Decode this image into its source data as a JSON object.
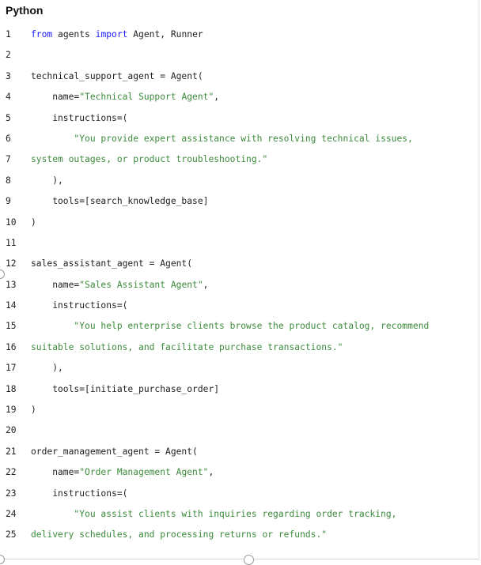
{
  "code_block": {
    "language": "Python",
    "lines": [
      {
        "number": "1",
        "segments": [
          {
            "type": "kw",
            "text": "from"
          },
          {
            "type": "plain",
            "text": " agents "
          },
          {
            "type": "kw",
            "text": "import"
          },
          {
            "type": "plain",
            "text": " Agent, Runner"
          }
        ]
      },
      {
        "number": "2",
        "segments": []
      },
      {
        "number": "3",
        "segments": [
          {
            "type": "plain",
            "text": "technical_support_agent = Agent("
          }
        ]
      },
      {
        "number": "4",
        "segments": [
          {
            "type": "plain",
            "text": "    name="
          },
          {
            "type": "str",
            "text": "\"Technical Support Agent\""
          },
          {
            "type": "plain",
            "text": ","
          }
        ]
      },
      {
        "number": "5",
        "segments": [
          {
            "type": "plain",
            "text": "    instructions=("
          }
        ]
      },
      {
        "number": "6",
        "segments": [
          {
            "type": "str",
            "text": "        \"You provide expert assistance with resolving technical issues,"
          }
        ]
      },
      {
        "number": "7",
        "segments": [
          {
            "type": "str",
            "text": "system outages, or product troubleshooting.\""
          }
        ]
      },
      {
        "number": "8",
        "segments": [
          {
            "type": "plain",
            "text": "    ),"
          }
        ]
      },
      {
        "number": "9",
        "segments": [
          {
            "type": "plain",
            "text": "    tools=[search_knowledge_base]"
          }
        ]
      },
      {
        "number": "10",
        "segments": [
          {
            "type": "plain",
            "text": ")"
          }
        ]
      },
      {
        "number": "11",
        "segments": []
      },
      {
        "number": "12",
        "segments": [
          {
            "type": "plain",
            "text": "sales_assistant_agent = Agent("
          }
        ]
      },
      {
        "number": "13",
        "segments": [
          {
            "type": "plain",
            "text": "    name="
          },
          {
            "type": "str",
            "text": "\"Sales Assistant Agent\""
          },
          {
            "type": "plain",
            "text": ","
          }
        ]
      },
      {
        "number": "14",
        "segments": [
          {
            "type": "plain",
            "text": "    instructions=("
          }
        ]
      },
      {
        "number": "15",
        "segments": [
          {
            "type": "str",
            "text": "        \"You help enterprise clients browse the product catalog, recommend"
          }
        ]
      },
      {
        "number": "16",
        "segments": [
          {
            "type": "str",
            "text": "suitable solutions, and facilitate purchase transactions.\""
          }
        ]
      },
      {
        "number": "17",
        "segments": [
          {
            "type": "plain",
            "text": "    ),"
          }
        ]
      },
      {
        "number": "18",
        "segments": [
          {
            "type": "plain",
            "text": "    tools=[initiate_purchase_order]"
          }
        ]
      },
      {
        "number": "19",
        "segments": [
          {
            "type": "plain",
            "text": ")"
          }
        ]
      },
      {
        "number": "20",
        "segments": []
      },
      {
        "number": "21",
        "segments": [
          {
            "type": "plain",
            "text": "order_management_agent = Agent("
          }
        ]
      },
      {
        "number": "22",
        "segments": [
          {
            "type": "plain",
            "text": "    name="
          },
          {
            "type": "str",
            "text": "\"Order Management Agent\""
          },
          {
            "type": "plain",
            "text": ","
          }
        ]
      },
      {
        "number": "23",
        "segments": [
          {
            "type": "plain",
            "text": "    instructions=("
          }
        ]
      },
      {
        "number": "24",
        "segments": [
          {
            "type": "str",
            "text": "        \"You assist clients with inquiries regarding order tracking,"
          }
        ]
      },
      {
        "number": "25",
        "segments": [
          {
            "type": "str",
            "text": "delivery schedules, and processing returns or refunds.\""
          }
        ]
      }
    ]
  },
  "colors": {
    "keyword": "#1a1aff",
    "string": "#3c8a3c",
    "text": "#1f1f1f",
    "background": "#ffffff"
  }
}
